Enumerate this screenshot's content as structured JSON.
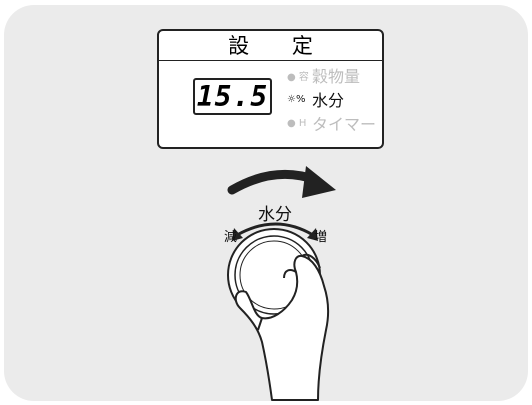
{
  "panel": {
    "title": "設 定",
    "display_value": "15.5",
    "modes": [
      {
        "indicator": "● 容",
        "label": "穀物量",
        "active": false
      },
      {
        "indicator": "☼%",
        "label": "水分",
        "active": true
      },
      {
        "indicator": "● H",
        "label": "タイマー",
        "active": false
      }
    ]
  },
  "dial": {
    "label": "水分",
    "decrease_label": "減",
    "increase_label": "増",
    "rotation_arrow_icon": "clockwise-arrow-icon"
  }
}
